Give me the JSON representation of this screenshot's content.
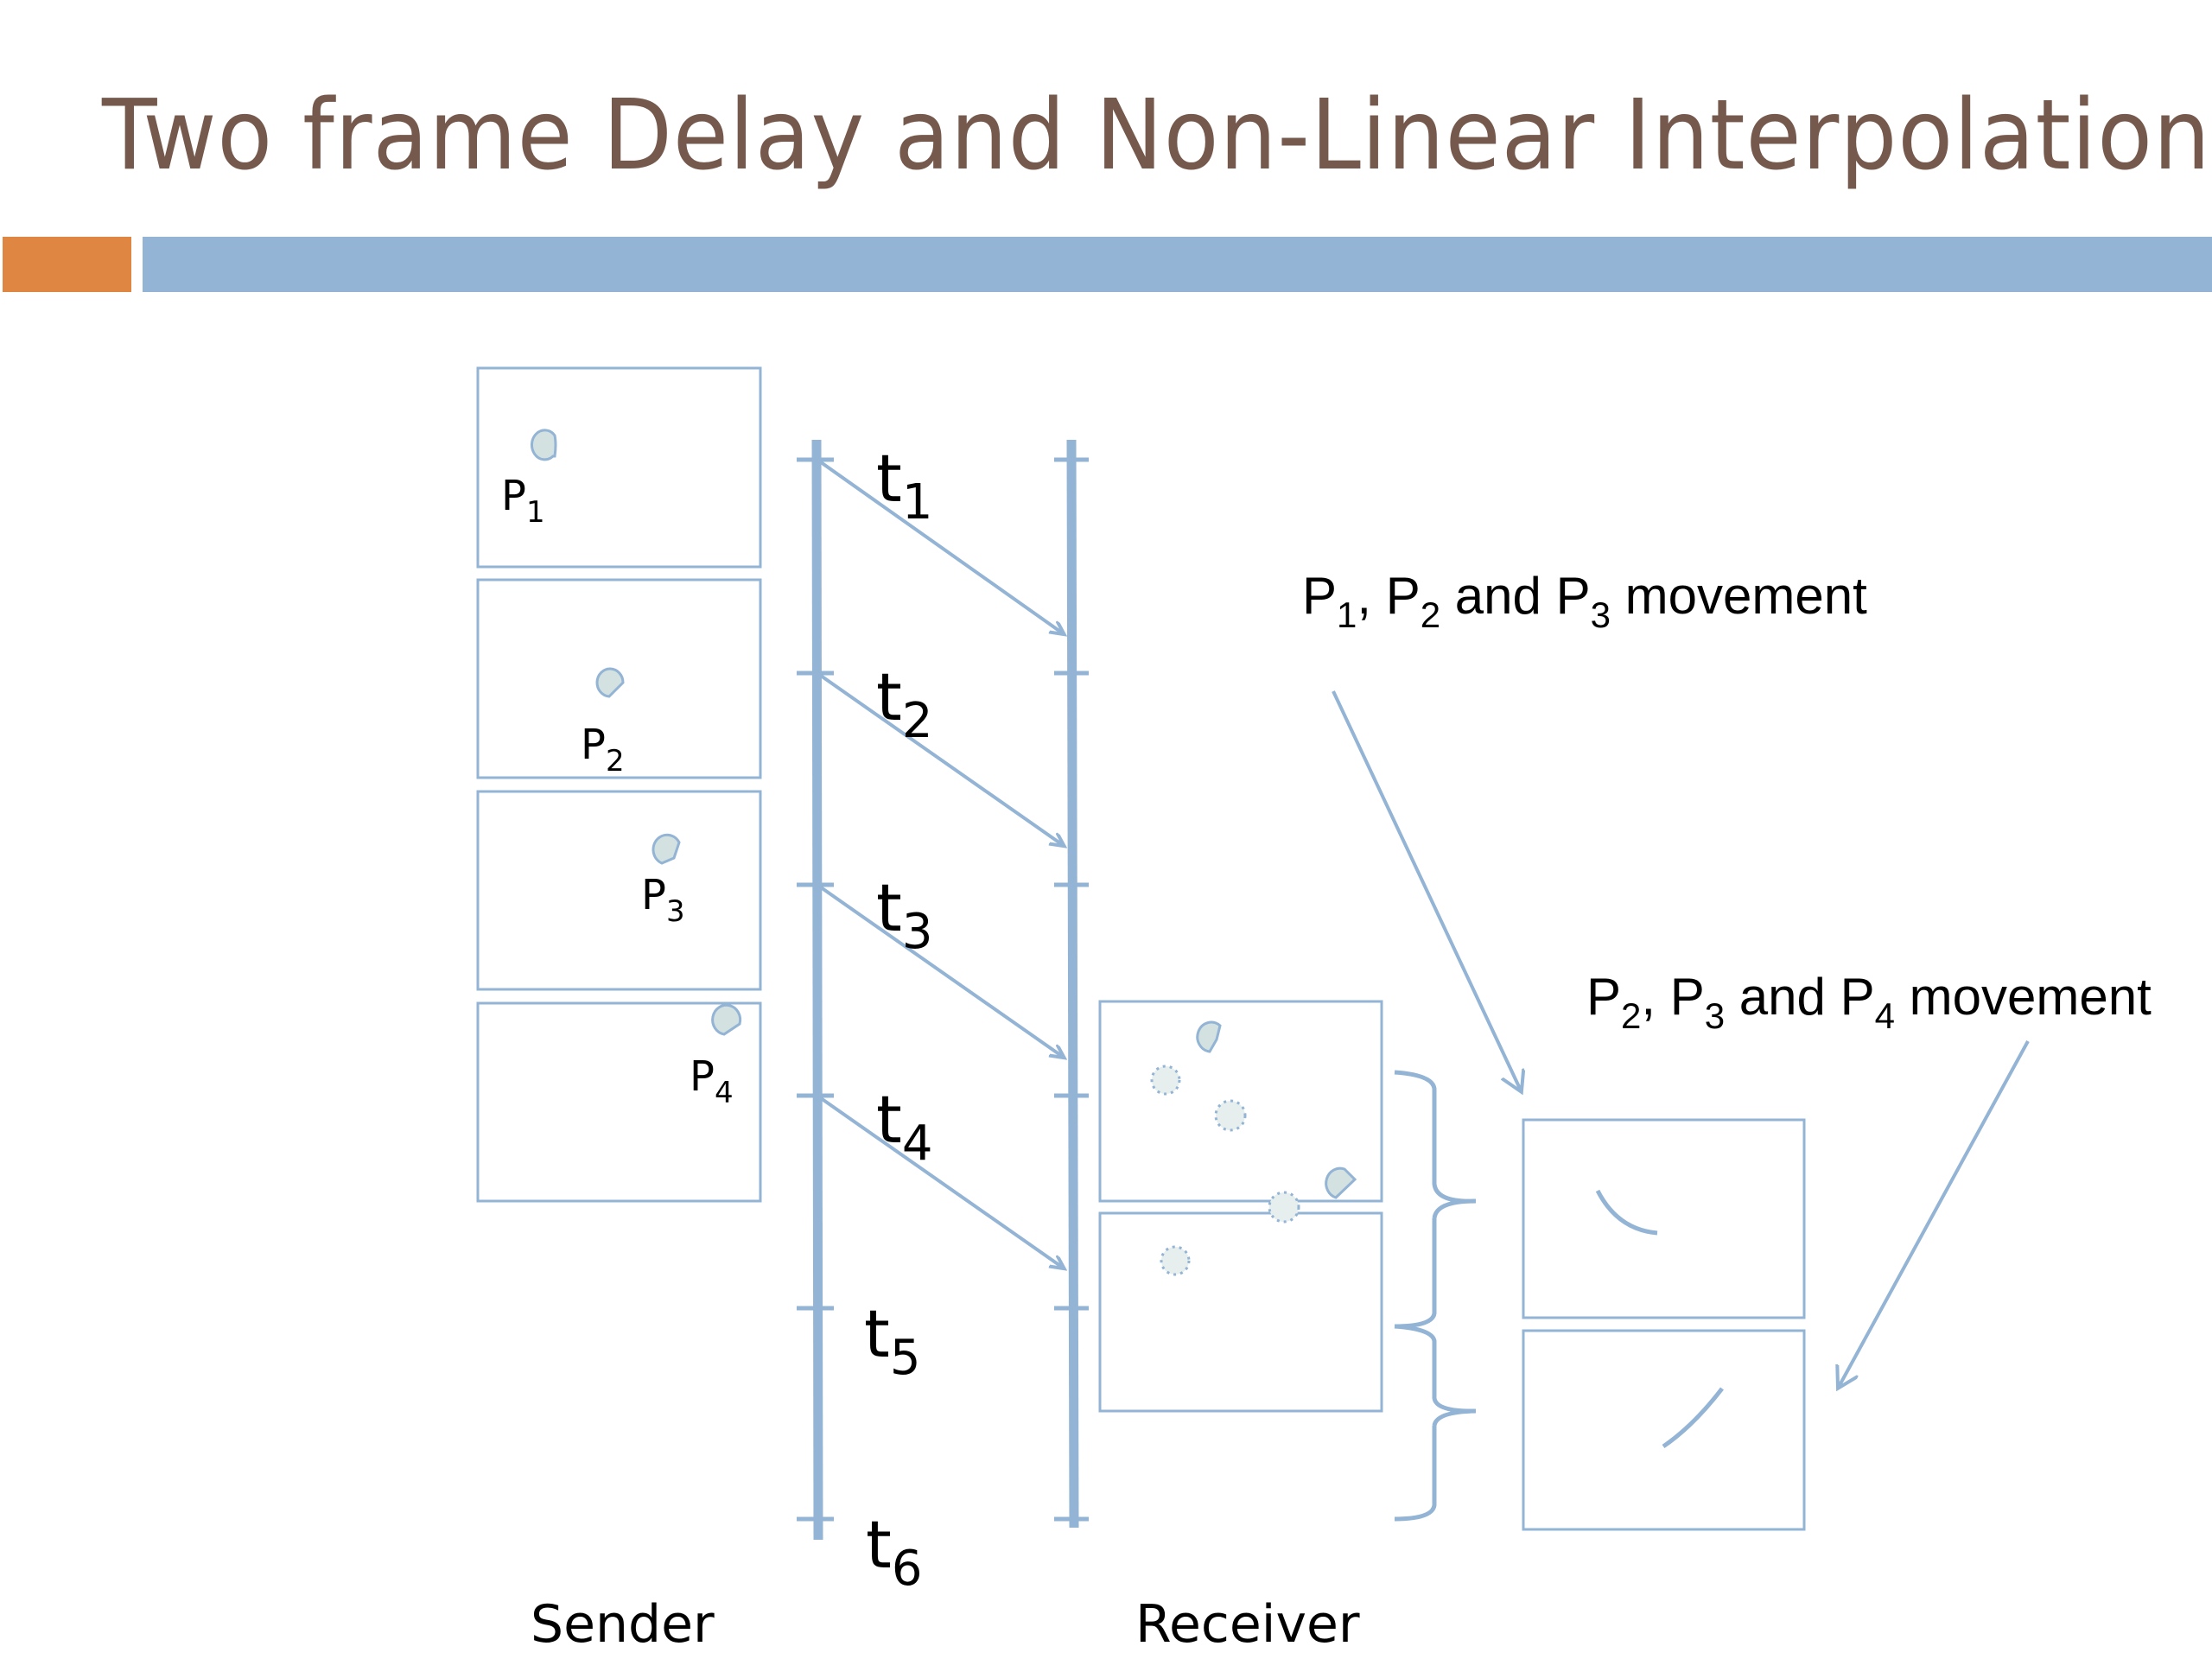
{
  "slide": {
    "title": "Two frame Delay and Non-Linear Interpolation",
    "colors": {
      "title": "#76594d",
      "accent_bar": "#e08643",
      "header_bar": "#93b4d4",
      "diagram_line": "#93b4d4",
      "point_fill": "#d3e2e0"
    }
  },
  "diagram": {
    "sender_label": "Sender",
    "receiver_label": "Receiver",
    "time_labels": [
      {
        "base": "t",
        "sub": "1"
      },
      {
        "base": "t",
        "sub": "2"
      },
      {
        "base": "t",
        "sub": "3"
      },
      {
        "base": "t",
        "sub": "4"
      },
      {
        "base": "t",
        "sub": "5"
      },
      {
        "base": "t",
        "sub": "6"
      }
    ],
    "sender_frames": [
      {
        "point": {
          "base": "P",
          "sub": "1"
        }
      },
      {
        "point": {
          "base": "P",
          "sub": "2"
        }
      },
      {
        "point": {
          "base": "P",
          "sub": "3"
        }
      },
      {
        "point": {
          "base": "P",
          "sub": "4"
        }
      }
    ],
    "receiver_frames": [
      {
        "description": "P3 current, P1 and P2 ghosted"
      },
      {
        "description": "P4 current, P2 and P3 ghosted"
      }
    ],
    "annotations": [
      {
        "parts": [
          {
            "base": "P",
            "sub": "1"
          },
          {
            "text": ", "
          },
          {
            "base": "P",
            "sub": "2"
          },
          {
            "text": " and "
          },
          {
            "base": "P",
            "sub": "3"
          },
          {
            "text": " movement"
          }
        ]
      },
      {
        "parts": [
          {
            "base": "P",
            "sub": "2"
          },
          {
            "text": ", "
          },
          {
            "base": "P",
            "sub": "3"
          },
          {
            "text": " and "
          },
          {
            "base": "P",
            "sub": "4"
          },
          {
            "text": " movement"
          }
        ]
      }
    ],
    "annotation_texts": {
      "a1": {
        "p1": "P",
        "s1": "1",
        "c1": ", ",
        "p2": "P",
        "s2": "2",
        "c2": " and ",
        "p3": "P",
        "s3": "3",
        "c3": " movement"
      },
      "a2": {
        "p1": "P",
        "s1": "2",
        "c1": ", ",
        "p2": "P",
        "s2": "3",
        "c2": " and ",
        "p3": "P",
        "s3": "4",
        "c3": " movement"
      }
    }
  }
}
